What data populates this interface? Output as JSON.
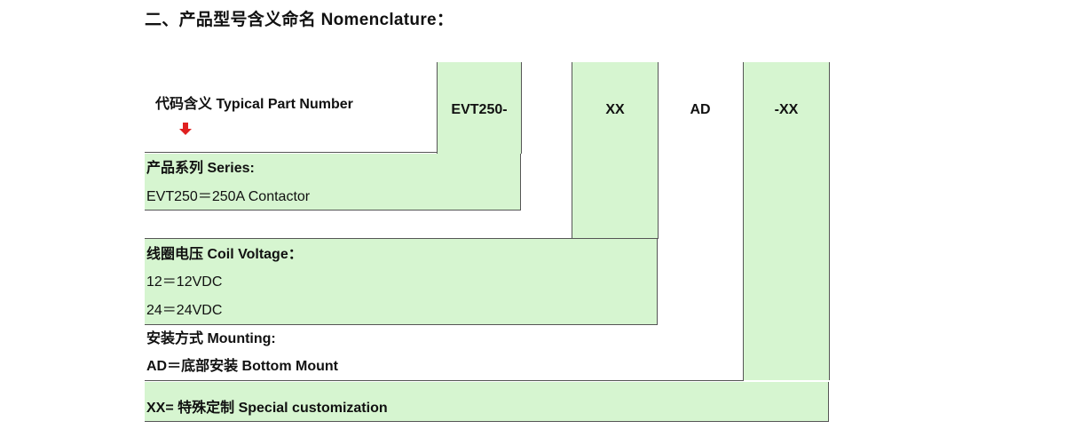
{
  "heading": "二、产品型号含义命名  Nomenclature：",
  "header_row": {
    "label": "代码含义 Typical Part Number",
    "codes": [
      "EVT250-",
      "XX",
      "AD",
      "-XX"
    ]
  },
  "series": {
    "title": "产品系列 Series:",
    "value": "EVT250＝250A Contactor"
  },
  "coil_voltage": {
    "title": "线圈电压 Coil Voltage：",
    "values": [
      "12＝12VDC",
      "24＝24VDC"
    ]
  },
  "mounting": {
    "title": "安装方式 Mounting:",
    "value": "AD＝底部安装 Bottom Mount"
  },
  "special": {
    "text": "XX=  特殊定制 Special customization"
  },
  "colors": {
    "panel_green": "#d6f5d0",
    "arrow_red": "#e02020",
    "rule": "#555555"
  },
  "icons": {
    "pointer": "down-arrow-icon"
  }
}
